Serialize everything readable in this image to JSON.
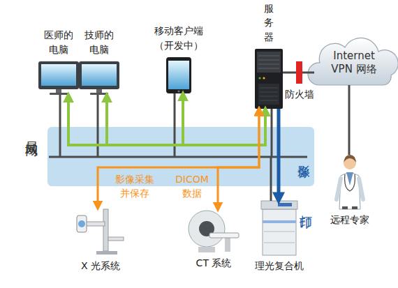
{
  "diagram": {
    "nodes": [
      {
        "text": [
          "医师的 电脑"
        ]
      },
      {
        "text": [
          "技师的 电脑"
        ]
      },
      {
        "text": [
          "移动客户端 （开发中）"
        ]
      },
      {
        "text": [
          "服务器"
        ]
      },
      {
        "text": [
          "防火墙"
        ]
      },
      {
        "text": [
          "Internet VPN 网络"
        ]
      },
      {
        "text": [
          "局域网"
        ]
      },
      {
        "text": [
          "X 光系统"
        ]
      },
      {
        "text": [
          "CT 系统"
        ]
      },
      {
        "text": [
          "理光复合机"
        ]
      },
      {
        "text": [
          "远程专家"
        ]
      }
    ],
    "edges": [
      {
        "from": 6,
        "to": 0,
        "arrow": "to"
      },
      {
        "from": 6,
        "to": 1,
        "arrow": "to"
      },
      {
        "from": 6,
        "to": 2,
        "arrow": "to"
      },
      {
        "from": 6,
        "to": 3,
        "arrow": "to"
      },
      {
        "from": 3,
        "to": 7,
        "label": "影像采集 并保存",
        "arrow": "both"
      },
      {
        "from": 3,
        "to": 8,
        "label": "DICOM 数据",
        "arrow": "both"
      },
      {
        "from": 3,
        "to": 9,
        "label": "影像",
        "arrow": "to"
      },
      {
        "from": 3,
        "to": 4,
        "arrow": "none"
      },
      {
        "from": 4,
        "to": 5,
        "arrow": "none"
      },
      {
        "from": 5,
        "to": 10,
        "arrow": "none"
      },
      {
        "from": 6,
        "to": 9,
        "arrow": "none"
      },
      {
        "from": 6,
        "to": 0,
        "arrow": "none"
      },
      {
        "from": 6,
        "to": 1,
        "arrow": "none"
      },
      {
        "from": 6,
        "to": 2,
        "arrow": "none"
      },
      {
        "from": 6,
        "to": 3,
        "arrow": "none"
      }
    ],
    "labels": [
      "打印"
    ]
  }
}
